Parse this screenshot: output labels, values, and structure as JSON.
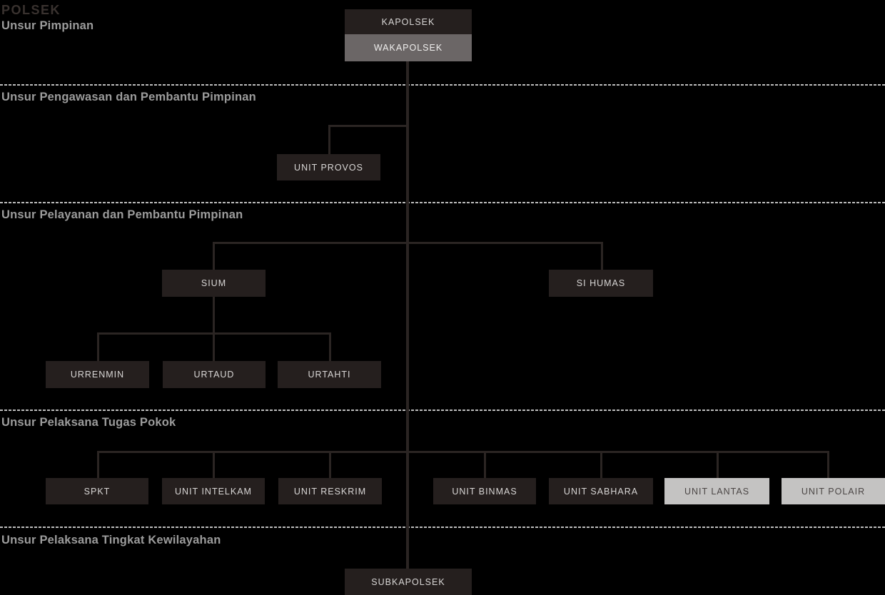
{
  "title": "POLSEK",
  "sections": {
    "pimpinan": {
      "label": "Unsur Pimpinan"
    },
    "pengawasan": {
      "label": "Unsur Pengawasan dan Pembantu Pimpinan"
    },
    "pelayanan": {
      "label": "Unsur Pelayanan dan Pembantu Pimpinan"
    },
    "pelaksana_pokok": {
      "label": "Unsur Pelaksana Tugas Pokok"
    },
    "kewilayahan": {
      "label": "Unsur Pelaksana Tingkat Kewilayahan"
    }
  },
  "org": {
    "kapolsek": {
      "label": "KAPOLSEK",
      "section": "Unsur Pimpinan"
    },
    "wakapolsek": {
      "label": "WAKAPOLSEK",
      "section": "Unsur Pimpinan"
    },
    "unit_provos": {
      "label": "UNIT PROVOS",
      "section": "Unsur Pengawasan dan Pembantu Pimpinan"
    },
    "sium": {
      "label": "SIUM",
      "section": "Unsur Pelayanan dan Pembantu Pimpinan"
    },
    "si_humas": {
      "label": "SI HUMAS",
      "section": "Unsur Pelayanan dan Pembantu Pimpinan"
    },
    "urrenmin": {
      "label": "URRENMIN",
      "section": "Unsur Pelayanan dan Pembantu Pimpinan"
    },
    "urtaud": {
      "label": "URTAUD",
      "section": "Unsur Pelayanan dan Pembantu Pimpinan"
    },
    "urtahti": {
      "label": "URTAHTI",
      "section": "Unsur Pelayanan dan Pembantu Pimpinan"
    },
    "spkt": {
      "label": "SPKT",
      "section": "Unsur Pelaksana Tugas Pokok"
    },
    "unit_intelkam": {
      "label": "UNIT INTELKAM",
      "section": "Unsur Pelaksana Tugas Pokok"
    },
    "unit_reskrim": {
      "label": "UNIT RESKRIM",
      "section": "Unsur Pelaksana Tugas Pokok"
    },
    "unit_binmas": {
      "label": "UNIT BINMAS",
      "section": "Unsur Pelaksana Tugas Pokok"
    },
    "unit_sabhara": {
      "label": "UNIT SABHARA",
      "section": "Unsur Pelaksana Tugas Pokok"
    },
    "unit_lantas": {
      "label": "UNIT LANTAS",
      "section": "Unsur Pelaksana Tugas Pokok"
    },
    "unit_polair": {
      "label": "UNIT POLAIR",
      "section": "Unsur Pelaksana Tugas Pokok"
    },
    "subkapolsek": {
      "label": "SUBKAPOLSEK",
      "section": "Unsur Pelaksana Tingkat Kewilayahan"
    }
  },
  "edges": [
    {
      "from": "KAPOLSEK",
      "to": "WAKAPOLSEK"
    },
    {
      "from": "WAKAPOLSEK",
      "to": "UNIT PROVOS"
    },
    {
      "from": "WAKAPOLSEK",
      "to": "SIUM"
    },
    {
      "from": "WAKAPOLSEK",
      "to": "SI HUMAS"
    },
    {
      "from": "SIUM",
      "to": "URRENMIN"
    },
    {
      "from": "SIUM",
      "to": "URTAUD"
    },
    {
      "from": "SIUM",
      "to": "URTAHTI"
    },
    {
      "from": "WAKAPOLSEK",
      "to": "SPKT"
    },
    {
      "from": "WAKAPOLSEK",
      "to": "UNIT INTELKAM"
    },
    {
      "from": "WAKAPOLSEK",
      "to": "UNIT RESKRIM"
    },
    {
      "from": "WAKAPOLSEK",
      "to": "UNIT BINMAS"
    },
    {
      "from": "WAKAPOLSEK",
      "to": "UNIT SABHARA"
    },
    {
      "from": "WAKAPOLSEK",
      "to": "UNIT LANTAS"
    },
    {
      "from": "WAKAPOLSEK",
      "to": "UNIT POLAIR"
    },
    {
      "from": "WAKAPOLSEK",
      "to": "SUBKAPOLSEK"
    }
  ],
  "colors": {
    "background": "#000000",
    "box_dark": "#251f1e",
    "box_gray": "#6b6666",
    "box_light": "#c4c3c2",
    "box_dark_text": "#d9d7d6",
    "box_gray_text": "#f0efee",
    "box_light_text": "#4b4645",
    "line": "#2b2523",
    "divider": "#bdbdbd",
    "section_label": "#9c9c9c",
    "title_text": "#39322f"
  }
}
